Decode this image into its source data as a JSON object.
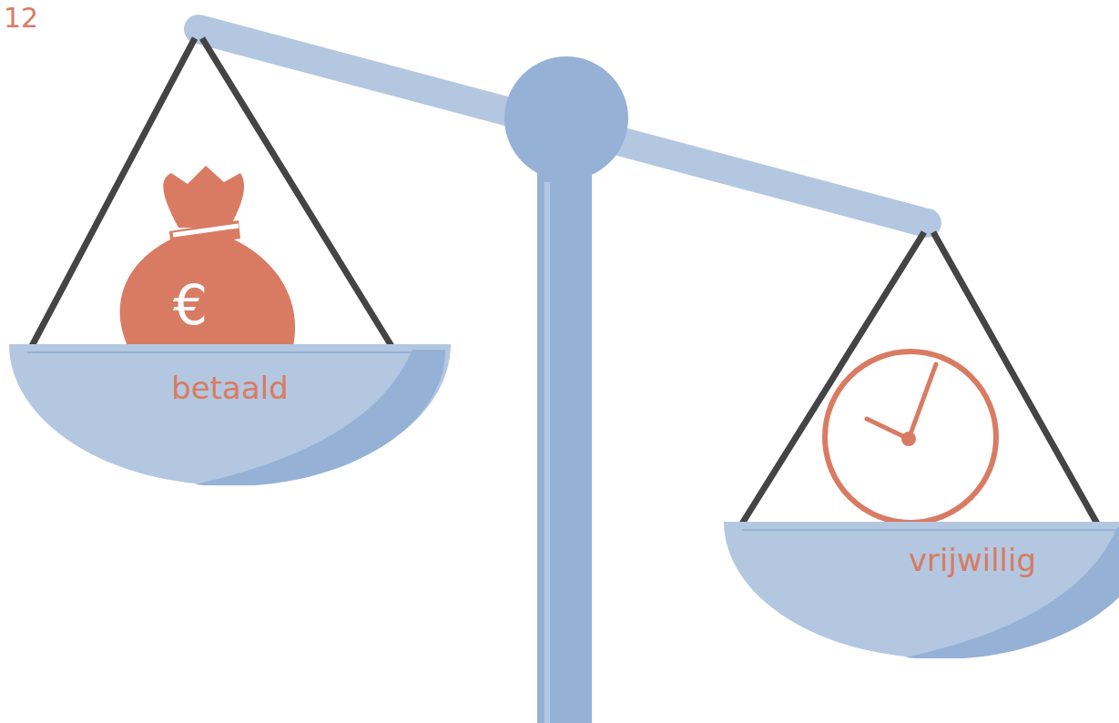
{
  "diagram": {
    "nodes": [
      {
        "text": [
          "betaald"
        ]
      },
      {
        "text": [
          "vrijwillig"
        ]
      }
    ],
    "labels": [
      "12",
      "€"
    ]
  }
}
